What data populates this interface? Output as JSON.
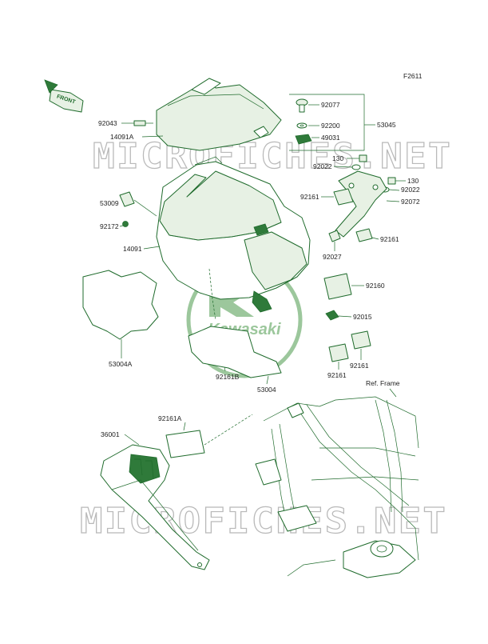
{
  "figure_code": "F2611",
  "front_badge": "FRONT",
  "watermark": {
    "text": "MICROFICHES.NET",
    "logo_text": "Kawasaki",
    "color": "#b9b9b9"
  },
  "colors": {
    "line": "#1f6b2c",
    "fill": "#e7f1e4",
    "text": "#222222",
    "logo": "#9cc79c"
  },
  "labels": {
    "p92077": "92077",
    "p92200": "92200",
    "p49031": "49031",
    "p53045": "53045",
    "p92043": "92043",
    "p14091A": "14091A",
    "p130a": "130",
    "p92022a": "92022",
    "p130b": "130",
    "p92022b": "92022",
    "p92161a": "92161",
    "p92072": "92072",
    "p53009": "53009",
    "p92172": "92172",
    "p14091": "14091",
    "p92161b": "92161",
    "p92027": "92027",
    "p92160": "92160",
    "p92015": "92015",
    "p53004A": "53004A",
    "p92161B": "92161B",
    "p92161c": "92161",
    "p92161d": "92161",
    "p53004": "53004",
    "refframe": "Ref. Frame",
    "p92161A": "92161A",
    "p36001": "36001"
  }
}
